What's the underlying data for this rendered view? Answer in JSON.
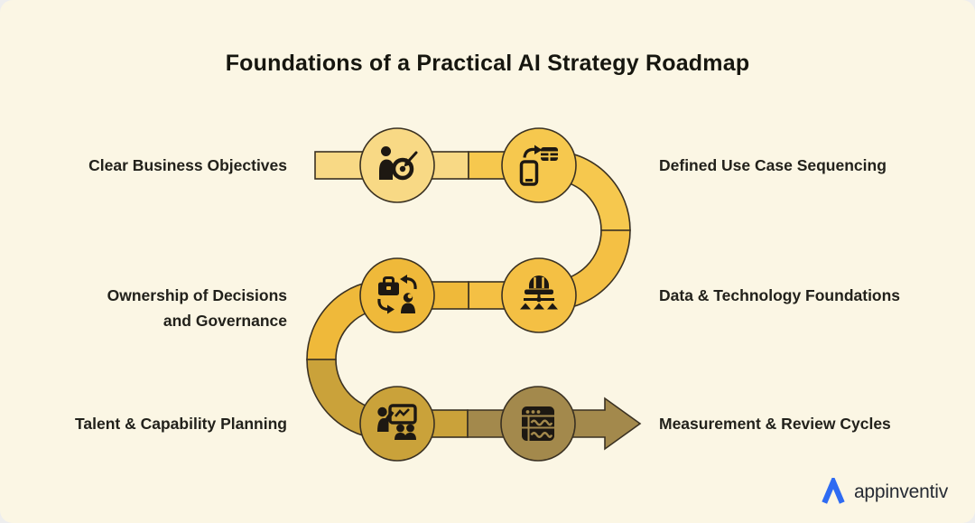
{
  "title": "Foundations of a Practical AI Strategy Roadmap",
  "steps": [
    {
      "id": 1,
      "label": "Clear Business Objectives",
      "icon": "person-target-icon",
      "color": "#F8D985"
    },
    {
      "id": 2,
      "label": "Defined Use Case Sequencing",
      "icon": "phone-grid-sync-icon",
      "color": "#F6C84E"
    },
    {
      "id": 3,
      "label": "Data & Technology Foundations",
      "icon": "hardhat-structure-icon",
      "color": "#F4C044"
    },
    {
      "id": 4,
      "label": "Ownership of Decisions and Governance",
      "icon": "briefcase-person-cycle-icon",
      "color": "#EFB93A"
    },
    {
      "id": 5,
      "label": "Talent & Capability Planning",
      "icon": "presenter-team-icon",
      "color": "#CAA23A"
    },
    {
      "id": 6,
      "label": "Measurement & Review Cycles",
      "icon": "dashboard-waves-icon",
      "color": "#A3894C"
    }
  ],
  "colors": {
    "background": "#FBF6E4",
    "path_outline": "#3A3122",
    "icon_ink": "#1D1812",
    "title_text": "#16160F",
    "label_text": "#22211B"
  },
  "brand": {
    "name": "appinventiv",
    "logo_color": "#2E6BF2",
    "text_color": "#252A33"
  }
}
